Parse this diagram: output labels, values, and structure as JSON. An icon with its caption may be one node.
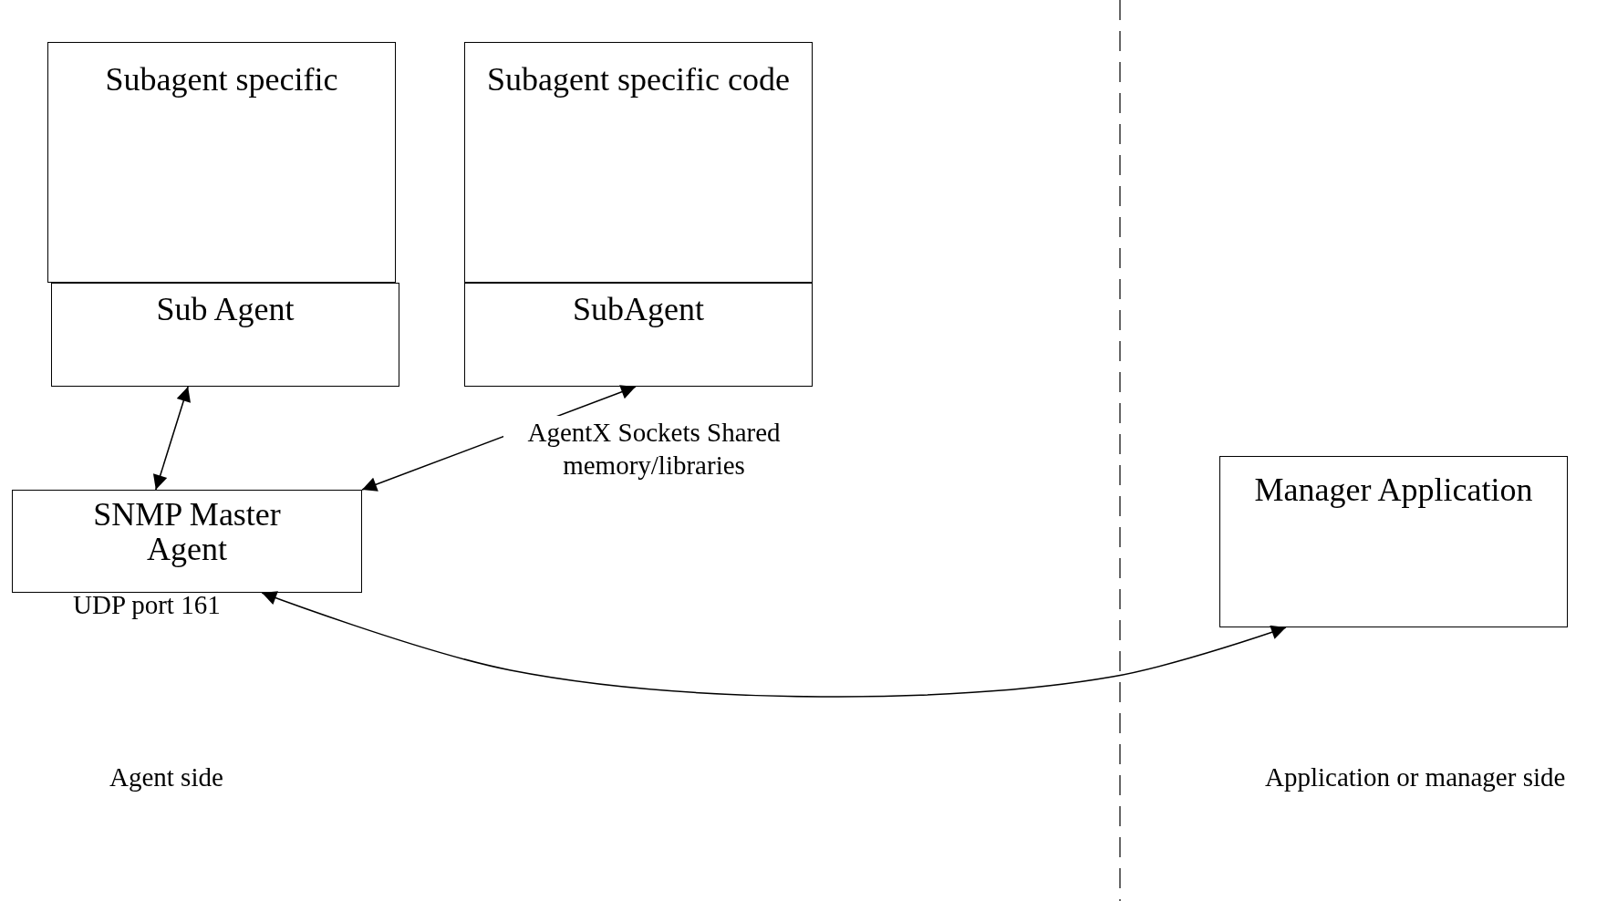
{
  "diagram": {
    "nodes": [
      {
        "text": [
          "Subagent specific"
        ]
      },
      {
        "text": [
          "Sub Agent"
        ]
      },
      {
        "text": [
          "Subagent specific code"
        ]
      },
      {
        "text": [
          "SubAgent"
        ]
      },
      {
        "text": [
          "SNMP Master Agent"
        ],
        "beside": [
          "UDP port 161"
        ]
      },
      {
        "text": [
          "Manager Application"
        ]
      }
    ],
    "edges": [
      {
        "from": 1,
        "to": 4,
        "arrow": "both"
      },
      {
        "from": 3,
        "to": 4,
        "arrow": "both",
        "label": "AgentX Sockets Shared memory/libraries"
      },
      {
        "from": 4,
        "to": 5,
        "arrow": "both"
      }
    ],
    "labels": [
      "Agent side",
      "Application or manager side"
    ]
  }
}
